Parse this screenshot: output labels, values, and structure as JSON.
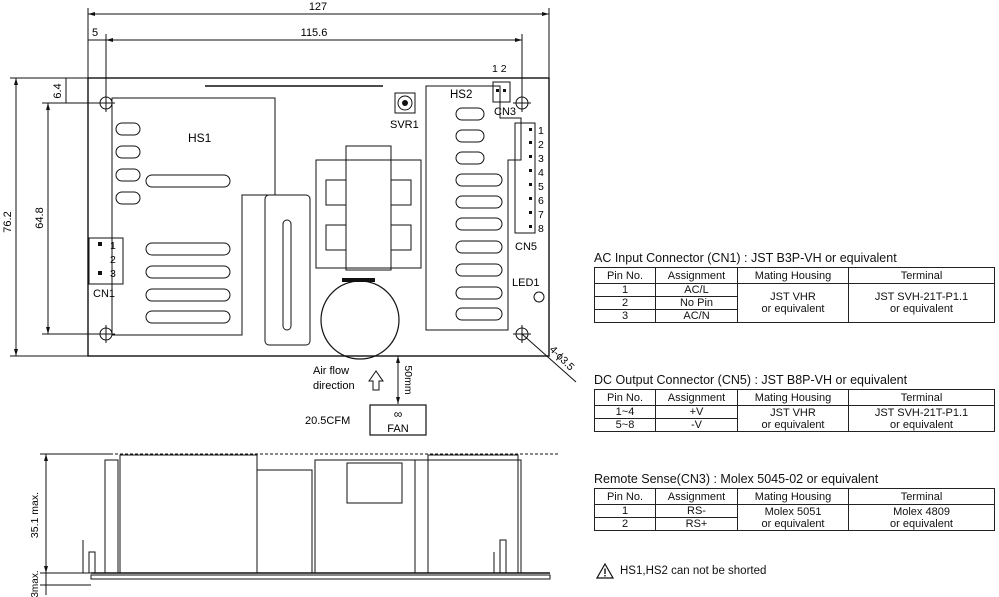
{
  "dimensions": {
    "overall_width": "127",
    "mount_spacing": "115.6",
    "edge_offset": "5",
    "overall_height": "76.2",
    "mount_height": "64.8",
    "top_offset": "6.4",
    "hole_spec": "4-ϕ3.5",
    "fan_distance": "50mm",
    "side_height": "35.1 max.",
    "side_clearance": "3max."
  },
  "labels": {
    "hs1": "HS1",
    "hs2": "HS2",
    "svr1": "SVR1",
    "cn1": "CN1",
    "cn3": "CN3",
    "cn3_pins": "1 2",
    "cn5": "CN5",
    "led1": "LED1",
    "cn1_pins": [
      "1",
      "2",
      "3"
    ],
    "cn5_pins": [
      "1",
      "2",
      "3",
      "4",
      "5",
      "6",
      "7",
      "8"
    ],
    "airflow_line1": "Air flow",
    "airflow_line2": "direction",
    "fan_rating": "20.5CFM",
    "fan": "FAN"
  },
  "headers": [
    "Pin No.",
    "Assignment",
    "Mating Housing",
    "Terminal"
  ],
  "connectors": {
    "ac": {
      "title": "AC Input Connector (CN1) : JST B3P-VH or equivalent",
      "pins": [
        "1",
        "2",
        "3"
      ],
      "assignments": [
        "AC/L",
        "No Pin",
        "AC/N"
      ],
      "housing": [
        "JST VHR",
        "or equivalent"
      ],
      "terminal": [
        "JST SVH-21T-P1.1",
        "or equivalent"
      ]
    },
    "dc": {
      "title": "DC Output Connector (CN5) : JST B8P-VH or equivalent",
      "pins": [
        "1~4",
        "5~8"
      ],
      "assignments": [
        "+V",
        "-V"
      ],
      "housing": [
        "JST VHR",
        "or equivalent"
      ],
      "terminal": [
        "JST SVH-21T-P1.1",
        "or equivalent"
      ]
    },
    "rs": {
      "title": "Remote Sense(CN3) :  Molex 5045-02 or equivalent",
      "pins": [
        "1",
        "2"
      ],
      "assignments": [
        "RS-",
        "RS+"
      ],
      "housing": [
        "Molex 5051",
        "or equivalent"
      ],
      "terminal": [
        "Molex 4809",
        "or equivalent"
      ]
    }
  },
  "warning": "HS1,HS2 can not be shorted"
}
